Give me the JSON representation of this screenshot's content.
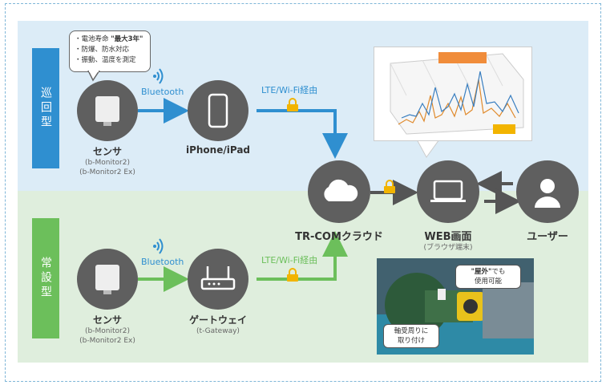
{
  "sections": {
    "top_label": "巡回型",
    "bottom_label": "常設型"
  },
  "speech_bubble": {
    "line1_prefix": "・電池寿命 ",
    "line1_bold": "\"最大3年\"",
    "line2": "・防爆、防水対応",
    "line3": "・振動、温度を測定"
  },
  "top_row": {
    "sensor_name": "センサ",
    "sensor_sub1": "(b-Monitor2)",
    "sensor_sub2": "(b-Monitor2 Ex)",
    "bluetooth": "Bluetooth",
    "phone_label": "iPhone/iPad",
    "lte_label": "LTE/Wi-Fi経由"
  },
  "bottom_row": {
    "sensor_name": "センサ",
    "sensor_sub1": "(b-Monitor2)",
    "sensor_sub2": "(b-Monitor2 Ex)",
    "bluetooth": "Bluetooth",
    "gateway_label": "ゲートウェイ",
    "gateway_sub": "(t-Gateway)",
    "lte_label": "LTE/Wi-Fi経由"
  },
  "center": {
    "cloud_label": "TR-COMクラウド",
    "web_label": "WEB画面",
    "web_sub": "(ブラウザ端末)",
    "user_label": "ユーザー"
  },
  "photo": {
    "callout_outdoor_bold": "\"屋外\"",
    "callout_outdoor_rest": "でも",
    "callout_outdoor_line2": "使用可能",
    "callout_mount_line1": "軸受周りに",
    "callout_mount_line2": "取り付け"
  },
  "colors": {
    "blue": "#2f8fd0",
    "green": "#6cbf5b",
    "lock": "#f2b400",
    "icon_gray": "#5f5f5f"
  }
}
